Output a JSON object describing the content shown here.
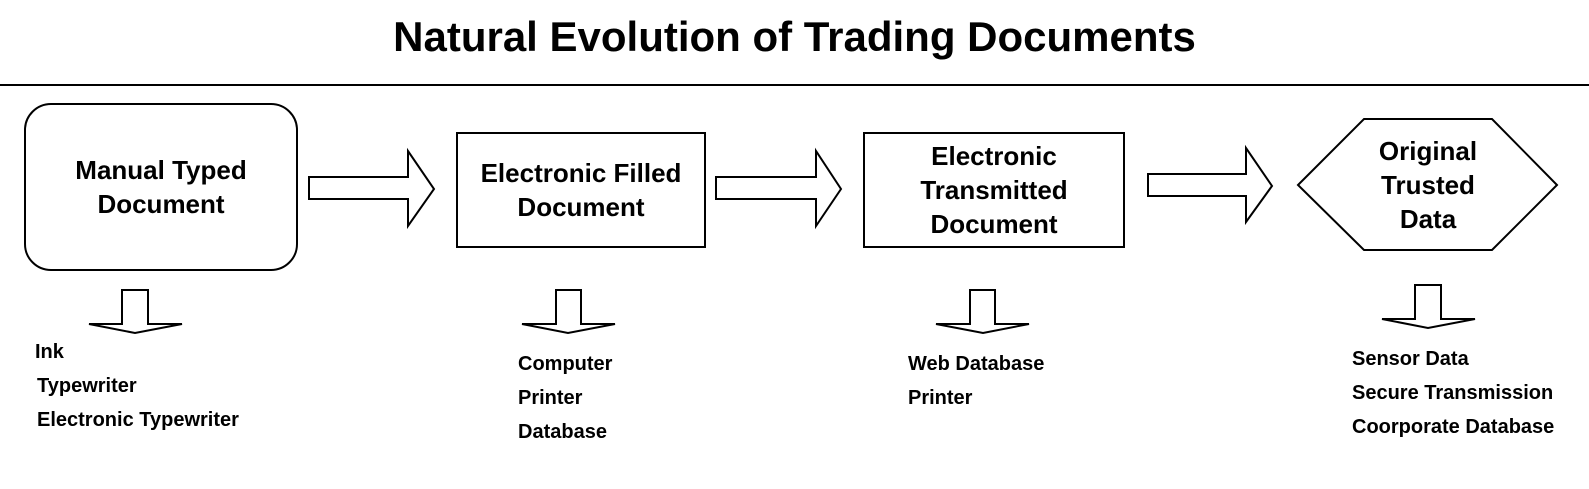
{
  "title": "Natural Evolution of Trading Documents",
  "stages": [
    {
      "label_lines": [
        "Manual Typed",
        "Document"
      ],
      "shape": "rounded-rect",
      "items": [
        "Ink",
        "Typewriter",
        "Electronic Typewriter"
      ]
    },
    {
      "label_lines": [
        "Electronic Filled",
        "Document"
      ],
      "shape": "rect",
      "items": [
        "Computer",
        "Printer",
        "Database"
      ]
    },
    {
      "label_lines": [
        "Electronic",
        "Transmitted",
        "Document"
      ],
      "shape": "rect",
      "items": [
        "Web Database",
        "Printer"
      ]
    },
    {
      "label_lines": [
        "Original",
        "Trusted",
        "Data"
      ],
      "shape": "hexagon",
      "items": [
        "Sensor Data",
        "Secure Transmission",
        "Coorporate Database"
      ]
    }
  ],
  "colors": {
    "stroke": "#000000",
    "fill": "#ffffff",
    "text": "#000000"
  },
  "icons": {
    "flow_arrow": "right-block-arrow-icon",
    "detail_arrow": "down-block-arrow-icon"
  }
}
